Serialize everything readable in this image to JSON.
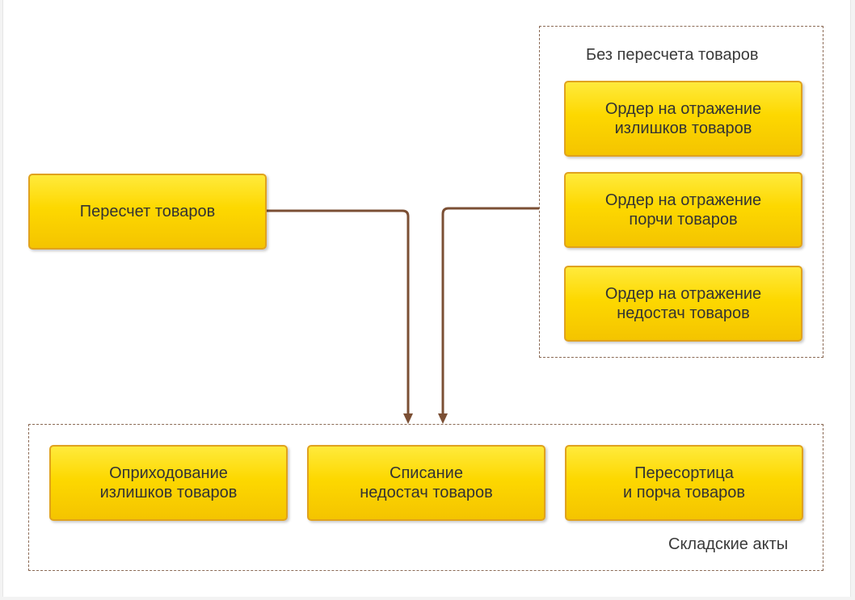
{
  "colors": {
    "box_fill_top": "#ffea3c",
    "box_fill_bottom": "#f4c400",
    "box_border": "#e0a21e",
    "connector": "#7b4f34",
    "dashed_frame": "#8b6a55"
  },
  "recount_box": {
    "label": "Пересчет товаров"
  },
  "without_recount_group": {
    "title": "Без пересчета товаров",
    "orders": [
      {
        "label": "Ордер на отражение\nизлишков товаров"
      },
      {
        "label": "Ордер на отражение\nпорчи товаров"
      },
      {
        "label": "Ордер на отражение\nнедостач товаров"
      }
    ]
  },
  "warehouse_acts_group": {
    "title": "Складские акты",
    "acts": [
      {
        "label": "Оприходование\nизлишков товаров"
      },
      {
        "label": "Списание\nнедостач товаров"
      },
      {
        "label": "Пересортица\nи порча товаров"
      }
    ]
  }
}
